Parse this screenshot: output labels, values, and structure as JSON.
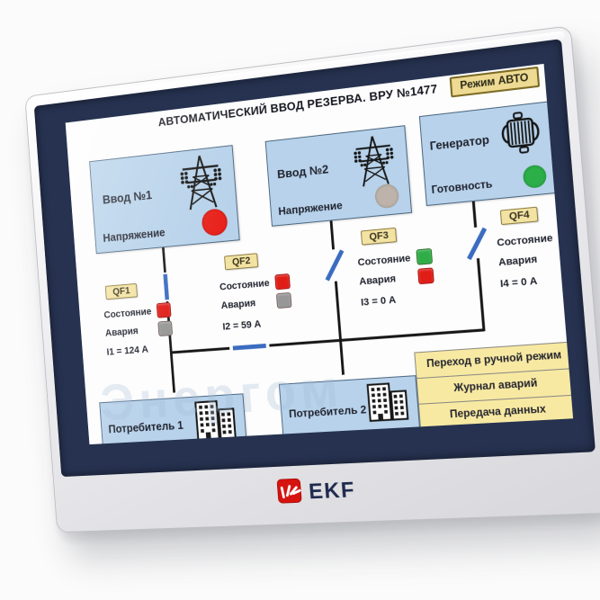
{
  "header": {
    "title": "АВТОМАТИЧЕСКИЙ ВВОД РЕЗЕРВА. ВРУ №1477",
    "mode_button": "Режим АВТО"
  },
  "sources": [
    {
      "label": "Ввод №1",
      "param_label": "Напряжение",
      "indicator_color": "#e8211b",
      "icon": "power-tower-icon"
    },
    {
      "label": "Ввод №2",
      "param_label": "Напряжение",
      "indicator_color": "#bdb3aa",
      "icon": "power-tower-icon"
    },
    {
      "label": "Генератор",
      "param_label": "Готовность",
      "indicator_color": "#2cae49",
      "icon": "generator-icon"
    }
  ],
  "breakers": [
    {
      "tag": "QF1",
      "state_label": "Состояние",
      "alarm_label": "Авария",
      "current": "I1 = 124 А",
      "state_color": "#e11d17",
      "alarm_color": "#979797",
      "position": "closed"
    },
    {
      "tag": "QF2",
      "state_label": "Состояние",
      "alarm_label": "Авария",
      "current": "I2 = 59 А",
      "state_color": "#e11d17",
      "alarm_color": "#979797",
      "position": "closed"
    },
    {
      "tag": "QF3",
      "state_label": "Состояние",
      "alarm_label": "Авария",
      "current": "I3 = 0 А",
      "state_color": "#2fae47",
      "alarm_color": "#e11d17",
      "position": "open"
    },
    {
      "tag": "QF4",
      "state_label": "Состояние",
      "alarm_label": "Авария",
      "current": "I4 = 0 А",
      "state_color": "#e11d17",
      "alarm_color": "#979797",
      "position": "open"
    }
  ],
  "consumers": [
    {
      "label": "Потребитель 1",
      "icon": "buildings-icon"
    },
    {
      "label": "Потребитель 2",
      "icon": "buildings-icon"
    }
  ],
  "action_buttons": [
    {
      "label": "Переход в ручной режим"
    },
    {
      "label": "Журнал аварий"
    },
    {
      "label": "Передача данных"
    }
  ],
  "brand": {
    "logo_text": "EKF",
    "logo_icon": "ekf-fan-icon"
  },
  "watermark": "Энергом",
  "colors": {
    "breaker_blue": "#3a6cc0",
    "line_black": "#161616",
    "block_blue": "#b7d2ea",
    "accent_yellow": "#f8e9a2",
    "bezel_navy": "#263250",
    "logo_red": "#d6130f"
  }
}
